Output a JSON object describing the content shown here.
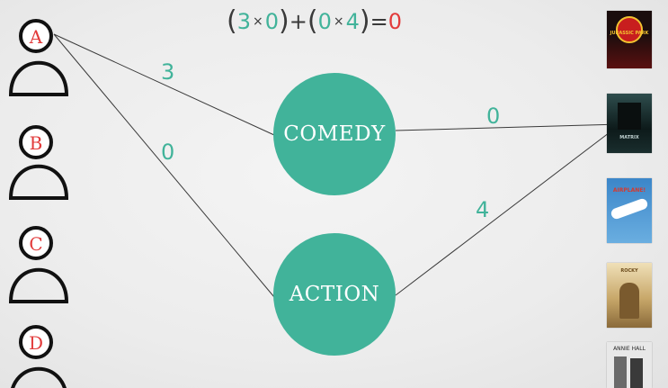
{
  "equation": {
    "open1": "(",
    "a1": "3",
    "times1": "×",
    "b1": "0",
    "close1": ")",
    "plus": "+",
    "open2": "(",
    "a2": "0",
    "times2": "×",
    "b2": "4",
    "close2": ")",
    "equals": "=",
    "result": "0"
  },
  "users": [
    {
      "label": "A"
    },
    {
      "label": "B"
    },
    {
      "label": "C"
    },
    {
      "label": "D"
    }
  ],
  "genres": [
    {
      "label": "COMEDY"
    },
    {
      "label": "ACTION"
    }
  ],
  "weights": {
    "user_comedy": "3",
    "user_action": "0",
    "movie_comedy": "0",
    "movie_action": "4"
  },
  "posters": [
    {
      "title": "JURASSIC PARK",
      "colors": [
        "#1a0d0d",
        "#8a1a1a",
        "#f2c230"
      ]
    },
    {
      "title": "MATRIX",
      "colors": [
        "#0d1a1a",
        "#2e4d4d",
        "#c0d0d0"
      ]
    },
    {
      "title": "AIRPLANE!",
      "colors": [
        "#3b86c9",
        "#d63a2e",
        "#ffffff"
      ]
    },
    {
      "title": "ROCKY",
      "colors": [
        "#c8a86a",
        "#8a6a3a",
        "#f0e0b8"
      ]
    },
    {
      "title": "ANNIE HALL",
      "colors": [
        "#e8e8e8",
        "#8a8a8a",
        "#2a2a2a"
      ]
    }
  ],
  "colors": {
    "accent": "#41b39a",
    "user_letter": "#e23b3b",
    "line": "#3a3a3a"
  }
}
